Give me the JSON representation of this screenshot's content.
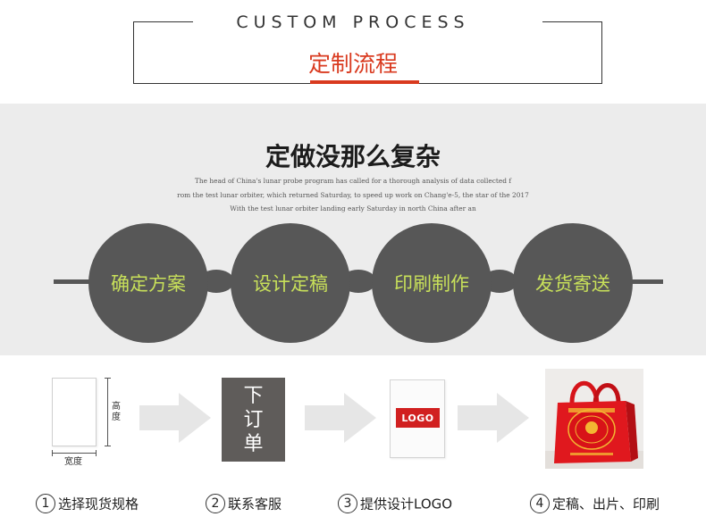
{
  "header": {
    "title_en": "CUSTOM PROCESS",
    "title_cn": "定制流程"
  },
  "intro": {
    "heading": "定做没那么复杂",
    "lines": [
      "The head of China's lunar probe program has called for a thorough analysis of data collected f",
      "rom the test lunar orbiter, which returned Saturday, to speed up work on Chang'e-5, the star of the 2017",
      "With the test lunar orbiter landing early Saturday in north China after an"
    ]
  },
  "circles": [
    "确定方案",
    "设计定稿",
    "印刷制作",
    "发货寄送"
  ],
  "step_images": {
    "dimension_height": "高度",
    "dimension_width": "宽度",
    "order_box_text": "下订单",
    "logo_badge": "LOGO"
  },
  "captions": [
    {
      "num": "1",
      "text": "选择现货规格"
    },
    {
      "num": "2",
      "text": "联系客服"
    },
    {
      "num": "3",
      "text": "提供设计LOGO"
    },
    {
      "num": "4",
      "text": "定稿、出片、印刷"
    }
  ],
  "colors": {
    "accent_red": "#d93a1f",
    "circle_gray": "#575757",
    "circle_text_green": "#c8e05a",
    "band_gray": "#ececec",
    "logo_red": "#d12020"
  },
  "icons": [
    "right-arrow-icon",
    "right-arrow-icon",
    "right-arrow-icon"
  ]
}
